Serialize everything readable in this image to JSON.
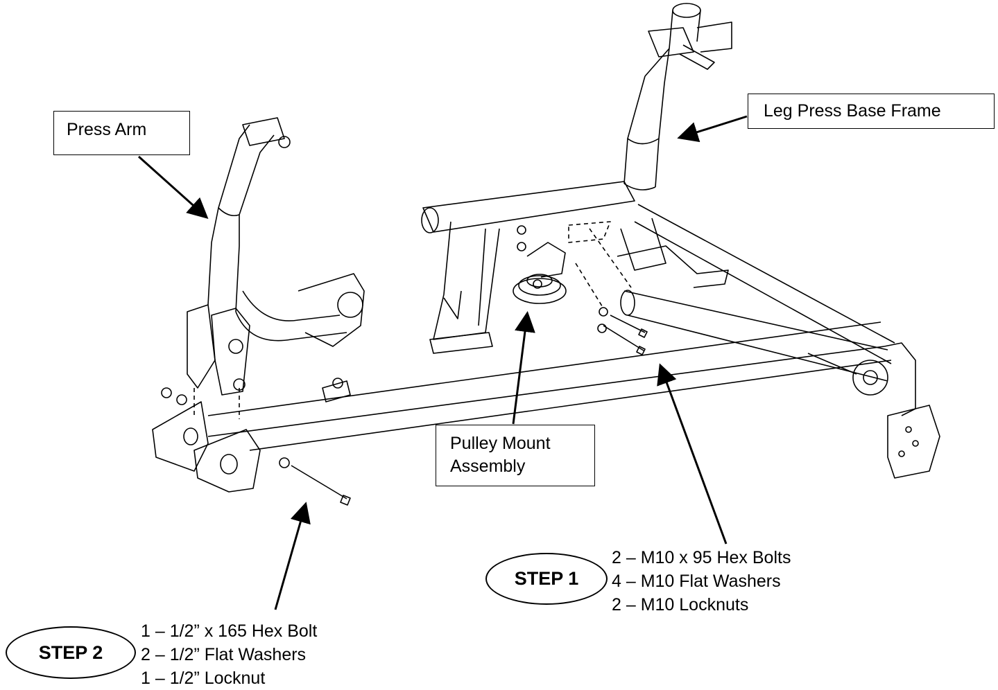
{
  "labels": {
    "press_arm": "Press Arm",
    "leg_press_base_frame": "Leg Press Base Frame",
    "pulley_mount_assembly_line1": "Pulley Mount",
    "pulley_mount_assembly_line2": "Assembly"
  },
  "step1": {
    "title": "STEP 1",
    "parts": [
      "2 – M10 x 95 Hex Bolts",
      "4 – M10 Flat Washers",
      "2 – M10 Locknuts"
    ]
  },
  "step2": {
    "title": "STEP 2",
    "parts": [
      "1 – 1/2” x 165 Hex Bolt",
      "2 – 1/2” Flat Washers",
      "1 – 1/2” Locknut"
    ]
  }
}
